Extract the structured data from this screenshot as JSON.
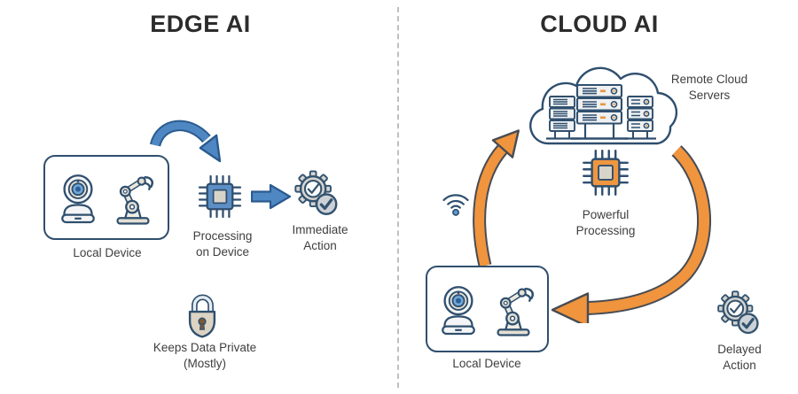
{
  "edge": {
    "title": "EDGE AI",
    "local_device": "Local Device",
    "processing": "Processing\non Device",
    "immediate": "Immediate\nAction",
    "privacy": "Keeps Data Private\n(Mostly)"
  },
  "cloud": {
    "title": "CLOUD AI",
    "remote_servers": "Remote Cloud\nServers",
    "powerful": "Powerful\nProcessing",
    "local_device": "Local Device",
    "delayed": "Delayed\nAction"
  },
  "colors": {
    "edge_accent": "#4f87c3",
    "edge_outline": "#2a5b8f",
    "cloud_accent": "#f0943d",
    "arrow_outline_dark": "#474c54",
    "outline_navy": "#2f4f6e",
    "text": "#3e3e3e",
    "divider": "#bfbfbf",
    "background": "#ffffff"
  },
  "icons": {
    "edge": [
      "security-camera-icon",
      "robot-arm-icon",
      "curved-arrow-icon",
      "chip-icon",
      "block-arrow-icon",
      "gears-check-icon",
      "padlock-icon"
    ],
    "cloud": [
      "cloud-servers-icon",
      "chip-icon",
      "wifi-icon",
      "up-arrow-icon",
      "down-arrow-icon",
      "security-camera-icon",
      "robot-arm-icon",
      "gears-check-icon"
    ]
  }
}
